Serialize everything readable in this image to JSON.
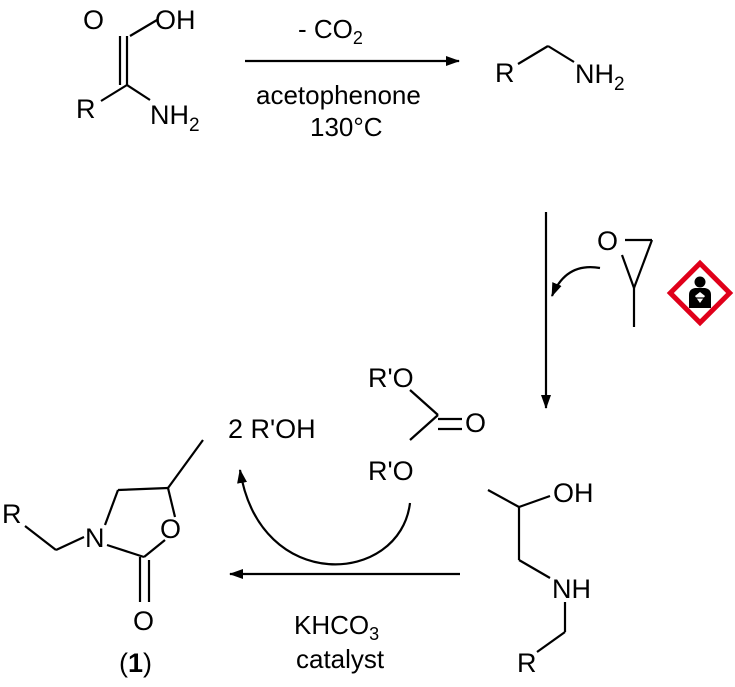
{
  "step1": {
    "reactant": {
      "carbonyl_o": "O",
      "oh": "OH",
      "r": "R",
      "nh2": "NH",
      "nh2_sub": "2"
    },
    "reagent_top": "- CO",
    "reagent_top_sub": "2",
    "reagent_mid": "acetophenone",
    "reagent_bottom": "130°C",
    "product": {
      "r": "R",
      "nh2": "NH",
      "nh2_sub": "2"
    }
  },
  "step2": {
    "epoxide_o": "O",
    "hazard_icon": "health-hazard-ghs-pictogram",
    "product": {
      "oh": "OH",
      "nh": "NH",
      "r": "R"
    }
  },
  "step3": {
    "carbonate": {
      "o_top": "R'O",
      "o_double": "O",
      "o_bottom": "R'O"
    },
    "byproduct": "2 R'OH",
    "reagent_top": "KHCO",
    "reagent_top_sub": "3",
    "reagent_bottom": "catalyst"
  },
  "oxazolidinone": {
    "r": "R",
    "n": "N",
    "o_ring": "O",
    "o_carbonyl": "O",
    "label_open": "(",
    "label_num": "1",
    "label_close": ")"
  },
  "colors": {
    "hazard_border": "#e0001a",
    "ink": "#000000"
  }
}
